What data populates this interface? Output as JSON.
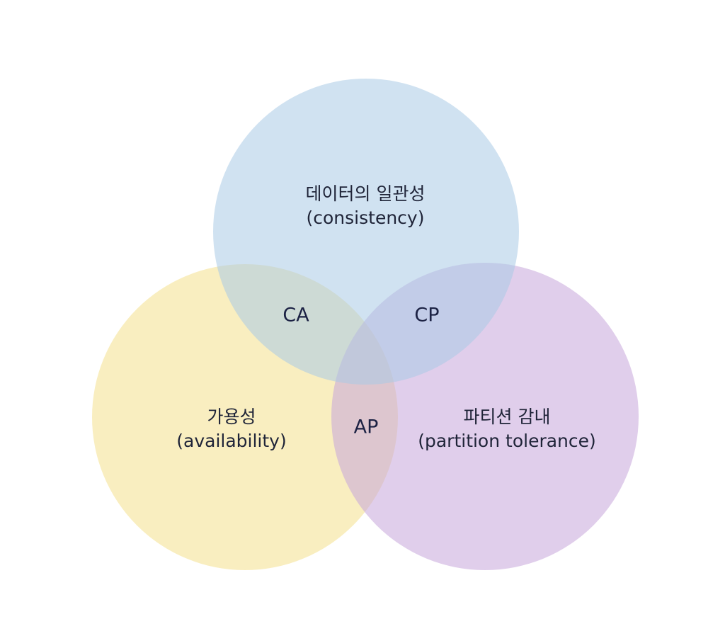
{
  "colors": {
    "background": "#ffffff",
    "consistency": "#a9cbe6",
    "availability": "#f4e08c",
    "partition_tolerance": "#c7a6db",
    "text": "#1f2438"
  },
  "circles": {
    "consistency": {
      "title": "데이터의 일관성",
      "subtitle": "(consistency)"
    },
    "availability": {
      "title": "가용성",
      "subtitle": "(availability)"
    },
    "partition_tolerance": {
      "title": "파티션 감내",
      "subtitle": "(partition tolerance)"
    }
  },
  "regions": {
    "ca": "CA",
    "cp": "CP",
    "ap": "AP"
  }
}
